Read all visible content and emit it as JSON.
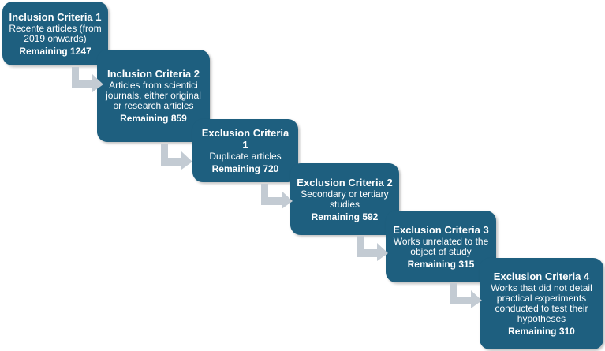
{
  "steps": [
    {
      "title": "Inclusion Criteria 1",
      "description": "Recente articles (from 2019 onwards)",
      "remaining": "Remaining 1247"
    },
    {
      "title": "Inclusion Criteria 2",
      "description": "Articles from scientici journals, either original or research articles",
      "remaining": "Remaining 859"
    },
    {
      "title": "Exclusion Criteria 1",
      "description": "Duplicate articles",
      "remaining": "Remaining 720"
    },
    {
      "title": "Exclusion Criteria 2",
      "description": "Secondary or tertiary studies",
      "remaining": "Remaining 592"
    },
    {
      "title": "Exclusion Criteria 3",
      "description": "Works unrelated to the object of study",
      "remaining": "Remaining 315"
    },
    {
      "title": "Exclusion Criteria 4",
      "description": "Works that did not detail practical experiments conducted to test their hypotheses",
      "remaining": "Remaining 310"
    }
  ],
  "colors": {
    "box_fill": "#1e5f7f",
    "box_text": "#ffffff",
    "arrow_fill": "#c3cbd3",
    "background": "#ffffff"
  },
  "icons": {
    "connector": "bent-arrow-icon"
  }
}
